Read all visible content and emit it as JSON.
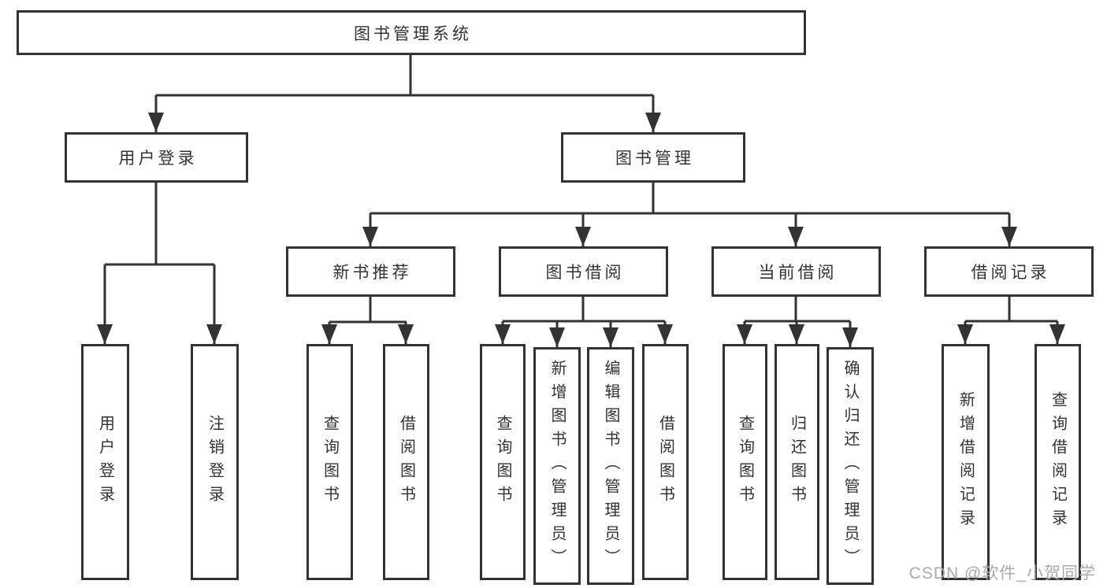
{
  "diagram": {
    "type": "hierarchy-tree",
    "watermark": "CSDN @软件_小贺同学",
    "colors": {
      "line": "#333333",
      "text": "#333333",
      "node_background": "#ffffff",
      "watermark": "#ababab",
      "background": "#ffffff"
    },
    "nodes": {
      "root": {
        "label": "图书管理系统"
      },
      "user_login": {
        "label": "用户登录"
      },
      "book_management": {
        "label": "图书管理"
      },
      "new_book_recommend": {
        "label": "新书推荐"
      },
      "book_borrow": {
        "label": "图书借阅"
      },
      "current_borrow": {
        "label": "当前借阅"
      },
      "borrow_records": {
        "label": "借阅记录"
      },
      "login_user_login": {
        "label": "用户登录"
      },
      "login_logout": {
        "label": "注销登录"
      },
      "recommend_query_books": {
        "label": "查询图书"
      },
      "recommend_borrow_books": {
        "label": "借阅图书"
      },
      "borrow_query_books": {
        "label": "查询图书"
      },
      "borrow_add_books_admin": {
        "label": "新增图书（管理员）"
      },
      "borrow_edit_books_admin": {
        "label": "编辑图书（管理员）"
      },
      "borrow_borrow_books": {
        "label": "借阅图书"
      },
      "current_query_books": {
        "label": "查询图书"
      },
      "current_return_books": {
        "label": "归还图书"
      },
      "current_confirm_return_admin": {
        "label": "确认归还（管理员）"
      },
      "records_add_record": {
        "label": "新增借阅记录"
      },
      "records_query_record": {
        "label": "查询借阅记录"
      }
    }
  }
}
